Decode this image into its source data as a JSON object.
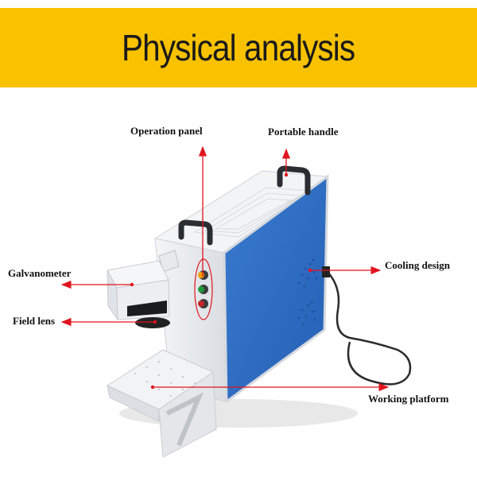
{
  "banner": {
    "title": "Physical analysis",
    "background": "#f9c200"
  },
  "callouts": [
    {
      "id": "operation-panel",
      "label": "Operation panel"
    },
    {
      "id": "portable-handle",
      "label": "Portable handle"
    },
    {
      "id": "galvanometer",
      "label": "Galvanometer"
    },
    {
      "id": "cooling-design",
      "label": "Cooling design"
    },
    {
      "id": "field-lens",
      "label": "Field lens"
    },
    {
      "id": "working-platform",
      "label": "Working platform"
    }
  ],
  "colors": {
    "arrow": "#e0141e",
    "panel_blue": "#2f6fc4",
    "body_white": "#eef0f2"
  }
}
